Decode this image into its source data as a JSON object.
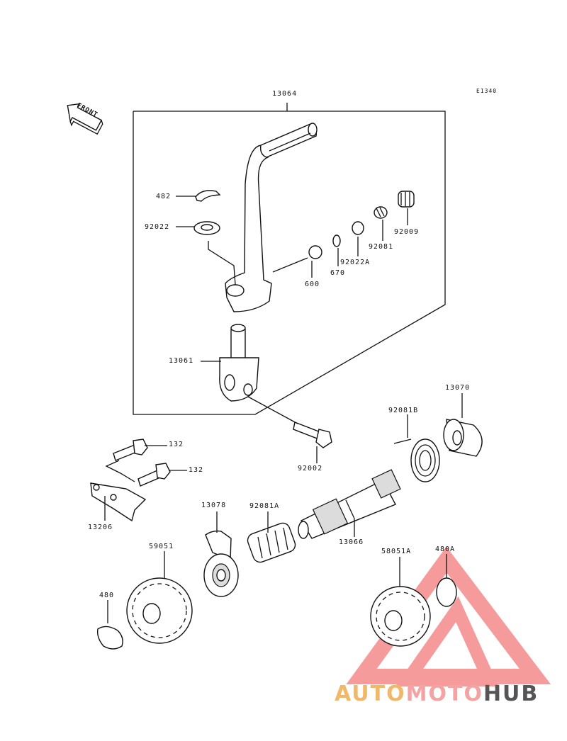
{
  "diagram_code": "E1340",
  "front_label": "FRONT",
  "watermark": {
    "part1": "AUTO",
    "part2": "MOTO",
    "part3": "HUB"
  },
  "colors": {
    "line": "#111111",
    "fill": "#ffffff",
    "shade": "#dcdcdc",
    "watermark_red": "#f27a7a",
    "watermark_orange": "#f2b86a",
    "watermark_gray": "#555555"
  },
  "parts": {
    "p13064": "13064",
    "p482": "482",
    "p92022": "92022",
    "p600": "600",
    "p670": "670",
    "p92022A": "92022A",
    "p92081": "92081",
    "p92009": "92009",
    "p13061": "13061",
    "p92002": "92002",
    "p13070": "13070",
    "p92081B": "92081B",
    "p132a": "132",
    "p132b": "132",
    "p13206": "13206",
    "p13078": "13078",
    "p92081A": "92081A",
    "p13066": "13066",
    "p59051": "59051",
    "p480": "480",
    "p58051A": "58051A",
    "p480A": "480A"
  }
}
